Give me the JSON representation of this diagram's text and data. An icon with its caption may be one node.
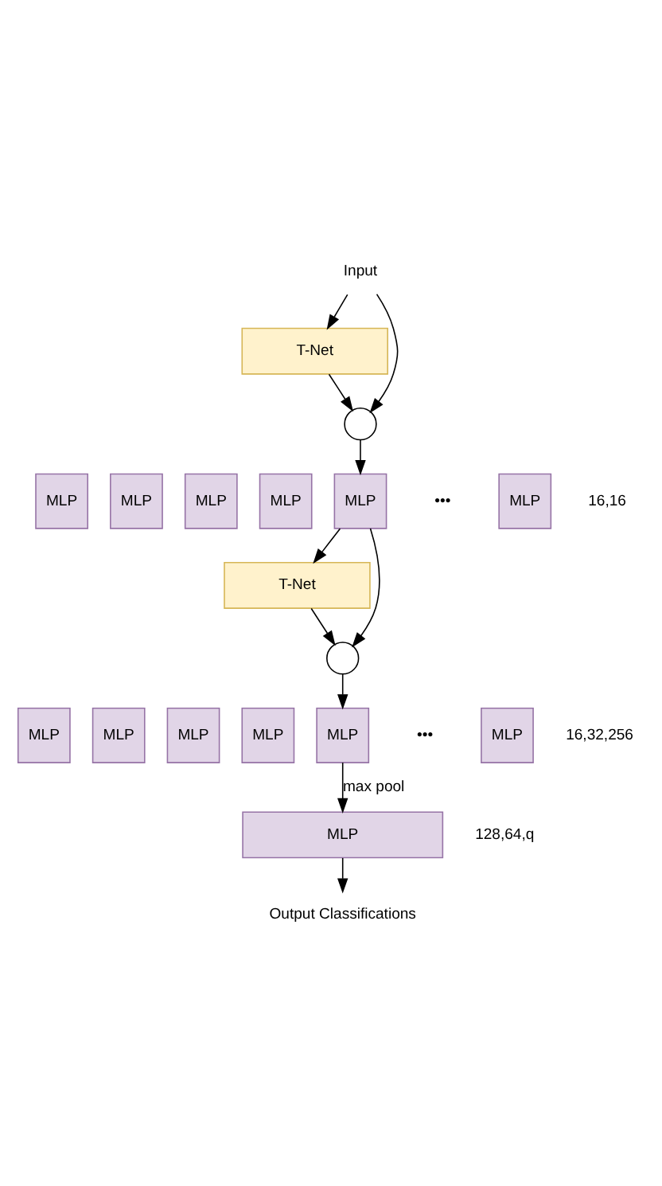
{
  "diagram": {
    "nodes": [
      {
        "text": [
          "Input"
        ]
      },
      {
        "text": [
          "T-Net"
        ]
      },
      {
        "text": [],
        "shape": "circle"
      },
      {
        "text": [
          "MLP"
        ]
      },
      {
        "text": [
          "MLP"
        ]
      },
      {
        "text": [
          "MLP"
        ]
      },
      {
        "text": [
          "MLP"
        ]
      },
      {
        "text": [
          "MLP"
        ]
      },
      {
        "text": [
          "MLP"
        ],
        "beside": [
          "16,16"
        ]
      },
      {
        "text": [
          "T-Net"
        ]
      },
      {
        "text": [],
        "shape": "circle"
      },
      {
        "text": [
          "MLP"
        ]
      },
      {
        "text": [
          "MLP"
        ]
      },
      {
        "text": [
          "MLP"
        ]
      },
      {
        "text": [
          "MLP"
        ]
      },
      {
        "text": [
          "MLP"
        ]
      },
      {
        "text": [
          "MLP"
        ],
        "beside": [
          "16,32,256"
        ]
      },
      {
        "text": [
          "MLP"
        ],
        "beside": [
          "128,64,q"
        ]
      },
      {
        "text": [
          "Output Classifications"
        ]
      }
    ],
    "edges": [
      {
        "from": 0,
        "to": 2,
        "arrow": "to"
      },
      {
        "from": 0,
        "to": 1,
        "arrow": "to"
      },
      {
        "from": 1,
        "to": 2,
        "arrow": "to"
      },
      {
        "from": 2,
        "to": 7,
        "arrow": "to"
      },
      {
        "from": 7,
        "to": 10,
        "arrow": "to"
      },
      {
        "from": 7,
        "to": 9,
        "arrow": "to"
      },
      {
        "from": 9,
        "to": 10,
        "arrow": "to"
      },
      {
        "from": 10,
        "to": 15,
        "arrow": "to"
      },
      {
        "from": 15,
        "to": 17,
        "arrow": "to",
        "label": "max pool"
      },
      {
        "from": 17,
        "to": 18,
        "arrow": "to"
      }
    ],
    "labels": [
      "•••",
      "•••"
    ]
  }
}
